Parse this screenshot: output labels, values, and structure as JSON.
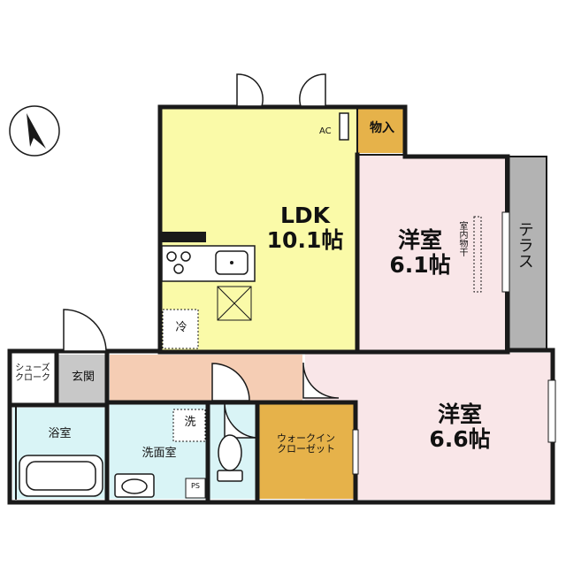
{
  "plan": {
    "colors": {
      "wall": "#1a1a1a",
      "ldk": "#fafaa8",
      "bedroom": "#f9e6e8",
      "terrace": "#b3b3b3",
      "hall": "#f5cdb4",
      "wet": "#d9f4f6",
      "closet": "#e6b24a",
      "storage": "#e6b24a",
      "entry": "#c8c8c8"
    },
    "icons": {
      "north": "north-arrow-icon",
      "stove": "stove-icon",
      "sink": "sink-icon",
      "toilet": "toilet-icon",
      "bathtub": "bathtub-icon",
      "washbasin": "washbasin-icon"
    },
    "rooms": {
      "ldk": {
        "name": "LDK",
        "size": "10.1帖"
      },
      "bed1": {
        "name": "洋室",
        "size": "6.1帖"
      },
      "bed2": {
        "name": "洋室",
        "size": "6.6帖"
      },
      "terrace": "テラス",
      "storage": "物入",
      "walkin": {
        "line1": "ウォークイン",
        "line2": "クローゼット"
      },
      "bath": "浴室",
      "washroom": "洗面室",
      "genkan": "玄関",
      "shoes": {
        "line1": "シューズ",
        "line2": "クローク"
      }
    },
    "marks": {
      "ac": "AC",
      "dry": "室内物干",
      "fridge": "冷",
      "washer": "洗",
      "ps": "PS"
    }
  }
}
